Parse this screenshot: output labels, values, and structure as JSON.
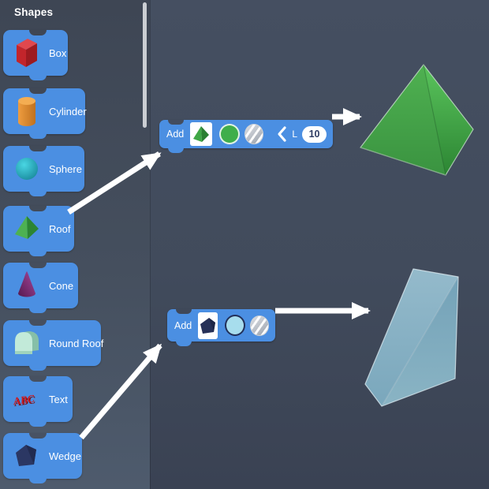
{
  "palette": {
    "title": "Shapes",
    "block_color": "#4b8fe2",
    "items": [
      {
        "label": "Box",
        "icon": "box-icon",
        "icon_color": "#c2252b"
      },
      {
        "label": "Cylinder",
        "icon": "cylinder-icon",
        "icon_color": "#e8923a"
      },
      {
        "label": "Sphere",
        "icon": "sphere-icon",
        "icon_color": "#2ab5c6"
      },
      {
        "label": "Roof",
        "icon": "roof-icon",
        "icon_color": "#3f9b43"
      },
      {
        "label": "Cone",
        "icon": "cone-icon",
        "icon_color": "#8e2f86"
      },
      {
        "label": "Round Roof",
        "icon": "round-roof-icon",
        "icon_color": "#b7e5d2"
      },
      {
        "label": "Text",
        "icon": "text-icon",
        "icon_color": "#c4161c",
        "icon_text": "ABC"
      },
      {
        "label": "Wedge",
        "icon": "wedge-icon",
        "icon_color": "#2b3763"
      }
    ]
  },
  "workspace": {
    "add_roof_block": {
      "label": "Add",
      "shape_icon": "roof-icon",
      "color_swatch": "#3fae4b",
      "texture_swatch": "striped-gray",
      "collapse_icon": "chevron-left-icon",
      "param_label": "L",
      "param_value": "10"
    },
    "add_wedge_block": {
      "label": "Add",
      "shape_icon": "wedge-icon",
      "color_swatch": "#a7dded",
      "texture_swatch": "striped-gray"
    },
    "previews": {
      "roof": {
        "name": "roof-3d-preview",
        "color": "#41a244"
      },
      "wedge": {
        "name": "wedge-3d-preview",
        "color": "#7fa9bd"
      }
    }
  }
}
